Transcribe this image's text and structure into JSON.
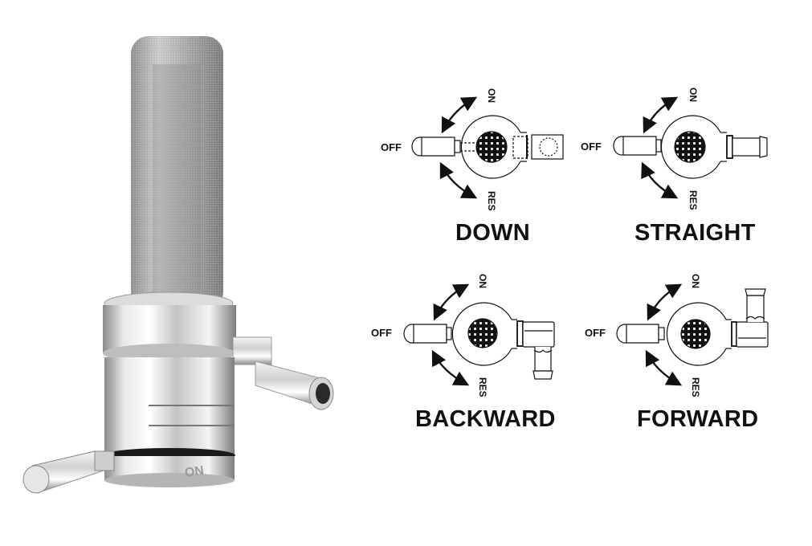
{
  "product_photo": {
    "subject": "chrome fuel petcock with mesh filter screen",
    "handle_marking": "ON",
    "colors": {
      "chrome_light": "#f2f2f2",
      "chrome_mid": "#c8c8c8",
      "chrome_dark": "#7a7a7a",
      "mesh": "#9a9a9a"
    }
  },
  "diagrams": [
    {
      "id": "down",
      "title": "DOWN",
      "labels": {
        "off": "OFF",
        "on": "ON",
        "res": "RES"
      }
    },
    {
      "id": "straight",
      "title": "STRAIGHT",
      "labels": {
        "off": "OFF",
        "on": "ON",
        "res": "RES"
      }
    },
    {
      "id": "backward",
      "title": "BACKWARD",
      "labels": {
        "off": "OFF",
        "on": "ON",
        "res": "RES"
      }
    },
    {
      "id": "forward",
      "title": "FORWARD",
      "labels": {
        "off": "OFF",
        "on": "ON",
        "res": "RES"
      }
    }
  ],
  "colors": {
    "line": "#111111",
    "background": "#ffffff"
  }
}
